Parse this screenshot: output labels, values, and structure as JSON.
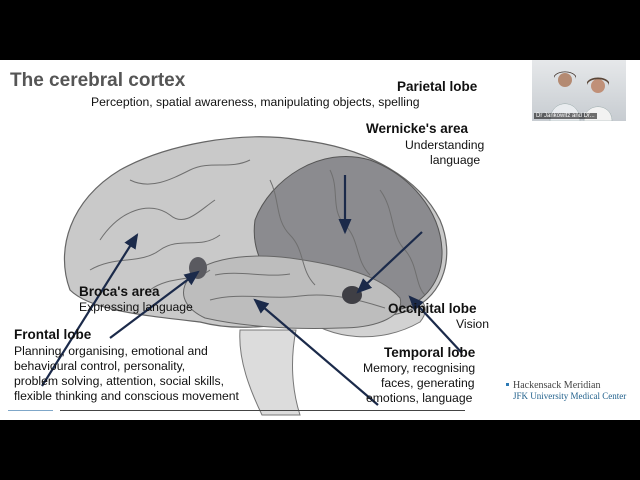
{
  "slide": {
    "title": "The cerebral cortex",
    "labels": {
      "parietal": {
        "heading": "Parietal lobe",
        "desc": "Perception, spatial awareness, manipulating objects, spelling"
      },
      "wernicke": {
        "heading": "Wernicke's area",
        "desc_1": "Understanding",
        "desc_2": "language"
      },
      "broca": {
        "heading": "Broca's area",
        "desc": "Expressing language"
      },
      "occipital": {
        "heading": "Occipital lobe",
        "desc": "Vision"
      },
      "frontal": {
        "heading": "Frontal lobe",
        "desc_1": "Planning, organising, emotional and",
        "desc_2": "behavioural control, personality,",
        "desc_3": "problem solving, attention, social skills,",
        "desc_4": "flexible thinking and conscious movement"
      },
      "temporal": {
        "heading": "Temporal lobe",
        "desc_1": "Memory, recognising",
        "desc_2": "faces, generating",
        "desc_3": "emotions, language"
      }
    }
  },
  "video": {
    "caption": "Dr Jankowitz and Dr..."
  },
  "organization": {
    "line1": "Hackensack Meridian",
    "line2": "JFK University Medical Center"
  },
  "colors": {
    "brain_light": "#c9c9c9",
    "brain_dark": "#8b8b8f",
    "arrow": "#1b2a4a",
    "accent": "#2d7ab5"
  }
}
